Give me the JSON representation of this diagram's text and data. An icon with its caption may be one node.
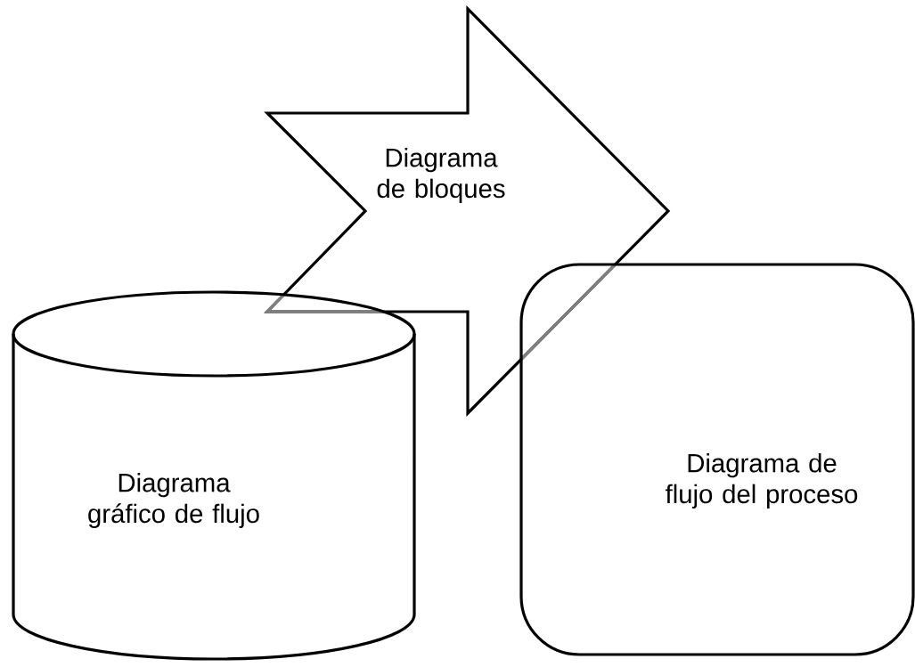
{
  "diagram": {
    "nodes": [
      {
        "text": [
          "Diagrama de bloques"
        ]
      },
      {
        "text": [
          "Diagrama gráfico de flujo"
        ]
      },
      {
        "text": [
          "Diagrama de flujo del proceso"
        ]
      }
    ]
  }
}
